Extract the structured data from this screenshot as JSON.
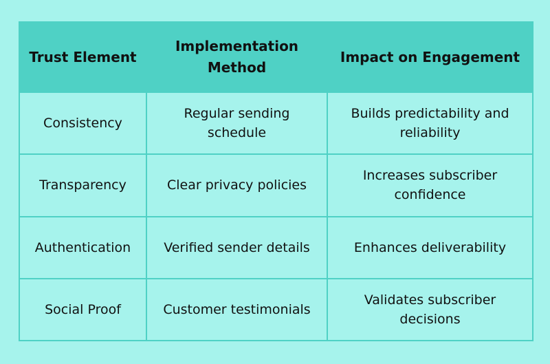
{
  "table": {
    "headers": [
      "Trust Element",
      "Implementation Method",
      "Impact on Engagement"
    ],
    "rows": [
      [
        "Consistency",
        "Regular sending schedule",
        "Builds predictability and reliability"
      ],
      [
        "Transparency",
        "Clear privacy policies",
        "Increases subscriber confidence"
      ],
      [
        "Authentication",
        "Verified sender details",
        "Enhances deliverability"
      ],
      [
        "Social Proof",
        "Customer testimonials",
        "Validates subscriber decisions"
      ]
    ]
  },
  "colors": {
    "background": "#a6f3ec",
    "header": "#4fd1c5",
    "border": "#4fd1c5",
    "text": "#111111"
  }
}
